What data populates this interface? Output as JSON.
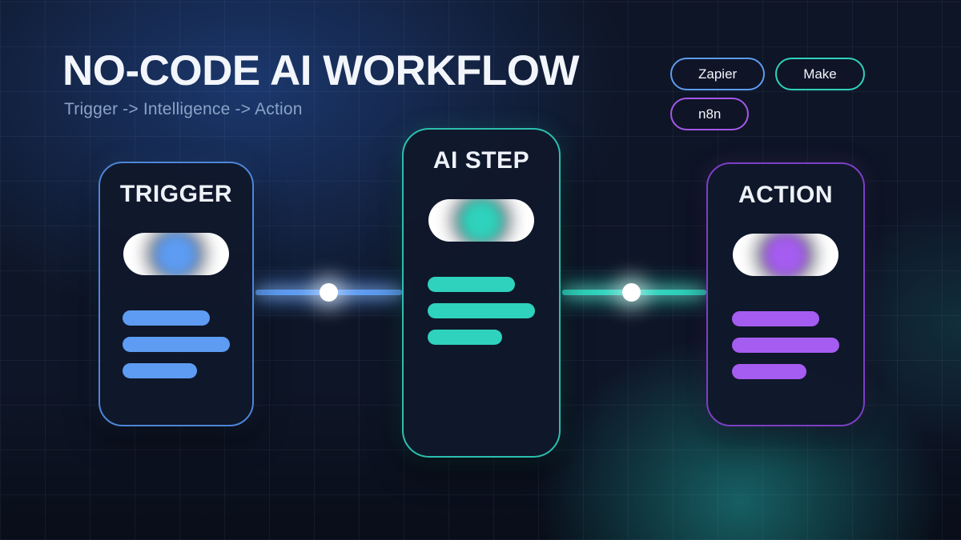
{
  "header": {
    "title": "NO-CODE AI WORKFLOW",
    "subtitle": "Trigger -> Intelligence -> Action"
  },
  "badges": [
    {
      "label": "Zapier",
      "color": "#5d9cf2"
    },
    {
      "label": "Make",
      "color": "#2fd2bc"
    },
    {
      "label": "n8n",
      "color": "#a558e8"
    }
  ],
  "workflow": {
    "nodes": [
      {
        "label": "TRIGGER",
        "accent": "#5d9cf2",
        "border": "#4d86d8"
      },
      {
        "label": "AI STEP",
        "accent": "#2fd2bc",
        "border": "#2bbfae"
      },
      {
        "label": "ACTION",
        "accent": "#a55cf0",
        "border": "#7b3fc4"
      }
    ],
    "connectors": [
      {
        "from": "TRIGGER",
        "to": "AI STEP",
        "color": "#5d9cf2"
      },
      {
        "from": "AI STEP",
        "to": "ACTION",
        "color": "#2fd2bc"
      }
    ]
  },
  "colors": {
    "background": "#0e1526",
    "card_background": "#10172a",
    "text": "#f2f5fa",
    "subtitle_text": "#8ba3c7",
    "glow_blue": "#2654a8",
    "glow_teal": "#1e9492",
    "grid_line": "#24304a",
    "connector_dot": "#ffffff"
  }
}
